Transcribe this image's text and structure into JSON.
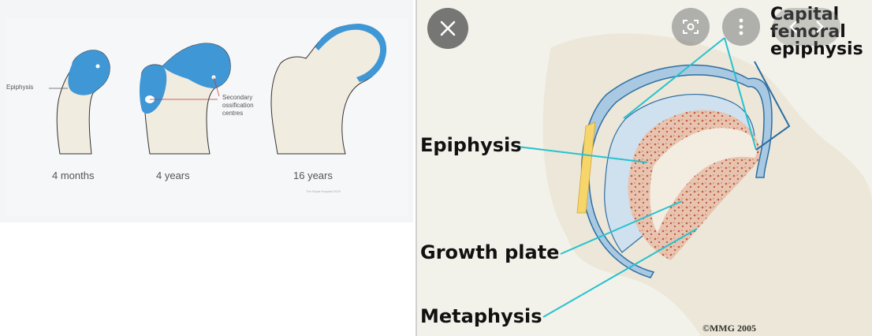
{
  "left_image": {
    "epiphysis_label": "Epiphysis",
    "secondary_label": "Secondary\nossification\ncentres",
    "stages": [
      "4 months",
      "4 years",
      "16 years"
    ],
    "credit": "The Royal Hospital 2019"
  },
  "right_image": {
    "labels": {
      "epiphysis": "Epiphysis",
      "growth_plate": "Growth plate",
      "metaphysis": "Metaphysis",
      "capital_femoral": "Capital\nfemoral\nepiphysis"
    },
    "copyright": "©MMG 2005"
  },
  "controls": {
    "close_icon": "close-icon",
    "lens_icon": "visual-search-icon",
    "more_icon": "more-vert-icon",
    "prev_icon": "chevron-left-icon",
    "next_icon": "chevron-right-icon"
  },
  "colors": {
    "bone_blue": "#3f97d6",
    "overlay_grey": "#5a5a5a",
    "leader_cyan": "#27c2cf"
  }
}
